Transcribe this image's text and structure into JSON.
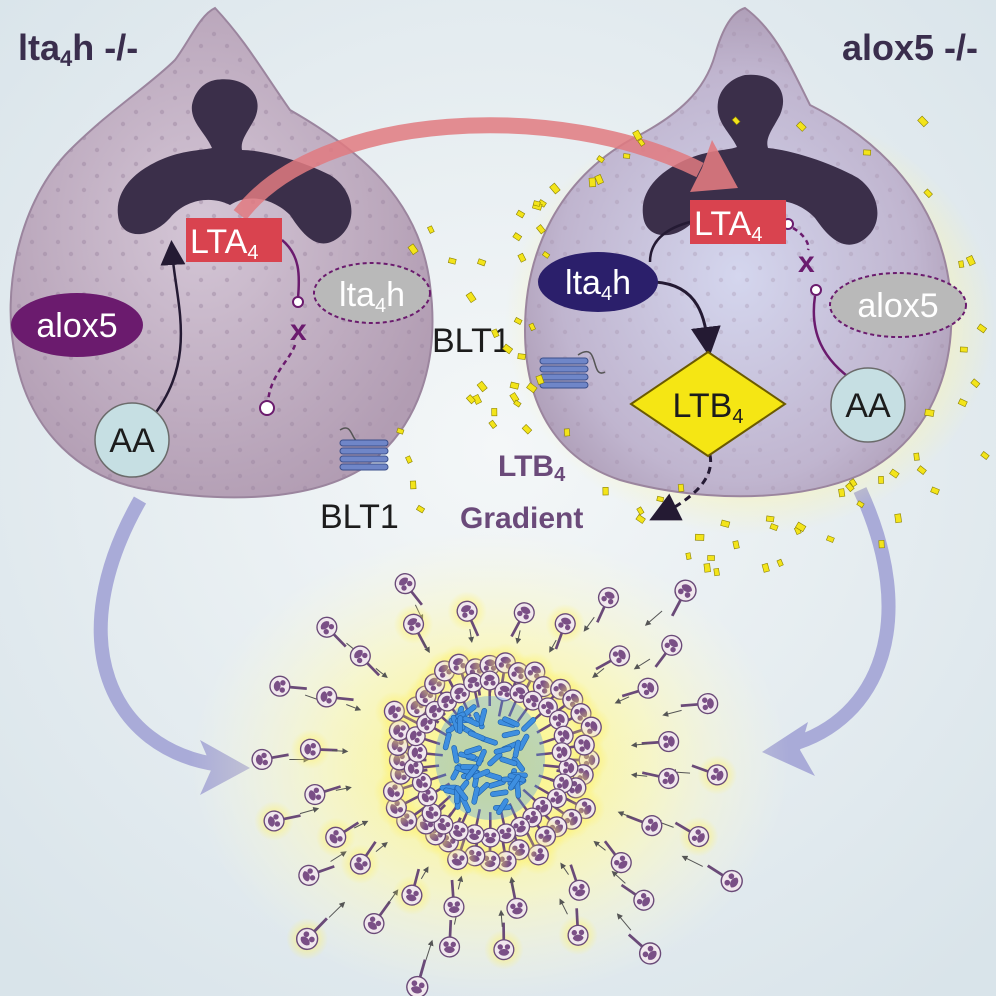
{
  "left_cell": {
    "title": {
      "main": "lta",
      "sub": "4",
      "tail": "h -/-"
    },
    "lta4": {
      "main": "LTA",
      "sub": "4"
    },
    "enzyme_present": "alox5",
    "enzyme_missing": "lta",
    "enzyme_missing_sub": "4",
    "enzyme_missing_tail": "h",
    "substrate": "AA",
    "receptor": "BLT1",
    "block_mark": "x"
  },
  "right_cell": {
    "title": "alox5 -/-",
    "lta4": {
      "main": "LTA",
      "sub": "4"
    },
    "enzyme_present": {
      "main": "lta",
      "sub": "4",
      "tail": "h"
    },
    "enzyme_missing": "alox5",
    "substrate": "AA",
    "receptor": "BLT1",
    "product": {
      "main": "LTB",
      "sub": "4"
    },
    "block_mark": "x"
  },
  "gradient_label": {
    "line1_main": "LTB",
    "line1_sub": "4",
    "line2": "Gradient"
  },
  "colors": {
    "cell_fill": "#c7b5c8",
    "nucleus": "#3b2f4a",
    "lta4_box": "#d9434f",
    "alox5_oval": "#6b1b6e",
    "lta4h_oval": "#2b1f6b",
    "missing_oval": "#b9b9b9",
    "aa_circle": "#c6dfe3",
    "ltb4_diamond": "#f5e614",
    "transfer_arrow": "#e07a80",
    "flow_arrow": "#a9abd8",
    "label_purple": "#6b4a7a",
    "bacteria": "#3e8fe0"
  }
}
